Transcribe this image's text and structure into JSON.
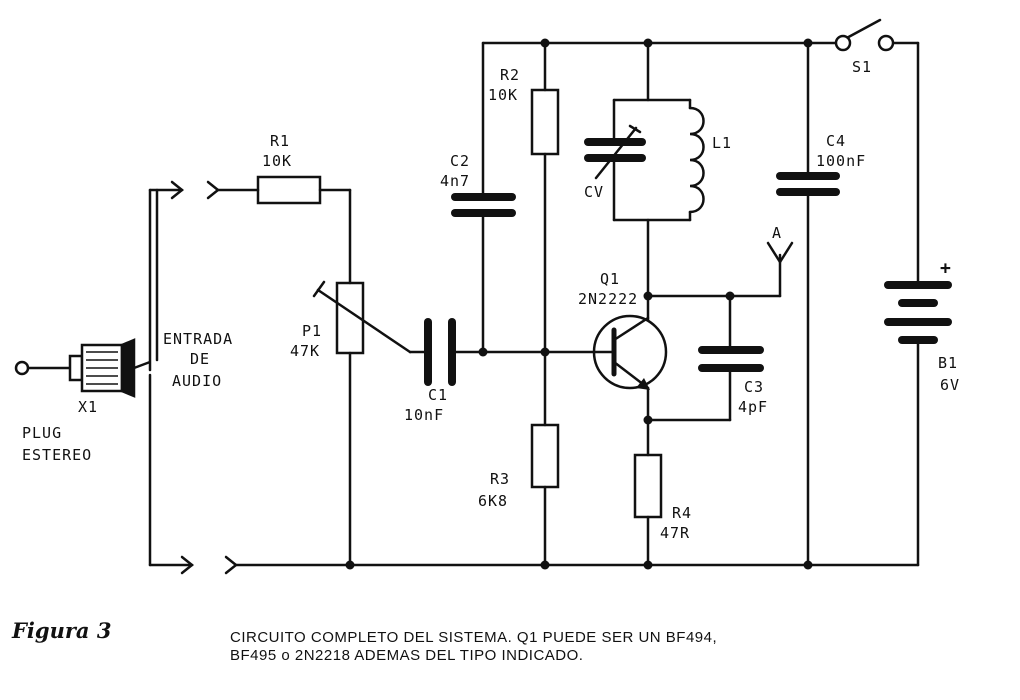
{
  "labels": {
    "x1": "X1",
    "plug_line1": "PLUG",
    "plug_line2": "ESTEREO",
    "entrada_line1": "ENTRADA",
    "entrada_line2": "DE",
    "entrada_line3": "AUDIO",
    "r1_name": "R1",
    "r1_value": "10K",
    "p1_name": "P1",
    "p1_value": "47K",
    "c1_name": "C1",
    "c1_value": "10nF",
    "c2_name": "C2",
    "c2_value": "4n7",
    "r2_name": "R2",
    "r2_value": "10K",
    "r3_name": "R3",
    "r3_value": "6K8",
    "cv_name": "CV",
    "l1_name": "L1",
    "q1_name": "Q1",
    "q1_value": "2N2222",
    "a_name": "A",
    "c3_name": "C3",
    "c3_value": "4pF",
    "r4_name": "R4",
    "r4_value": "47R",
    "c4_name": "C4",
    "c4_value": "100nF",
    "s1_name": "S1",
    "b1_plus": "+",
    "b1_name": "B1",
    "b1_value": "6V"
  },
  "caption": {
    "figure": "Figura 3",
    "line1": "CIRCUITO COMPLETO DEL SISTEMA. Q1 PUEDE SER UN BF494,",
    "line2": "BF495 o 2N2218 ADEMAS DEL TIPO INDICADO."
  }
}
